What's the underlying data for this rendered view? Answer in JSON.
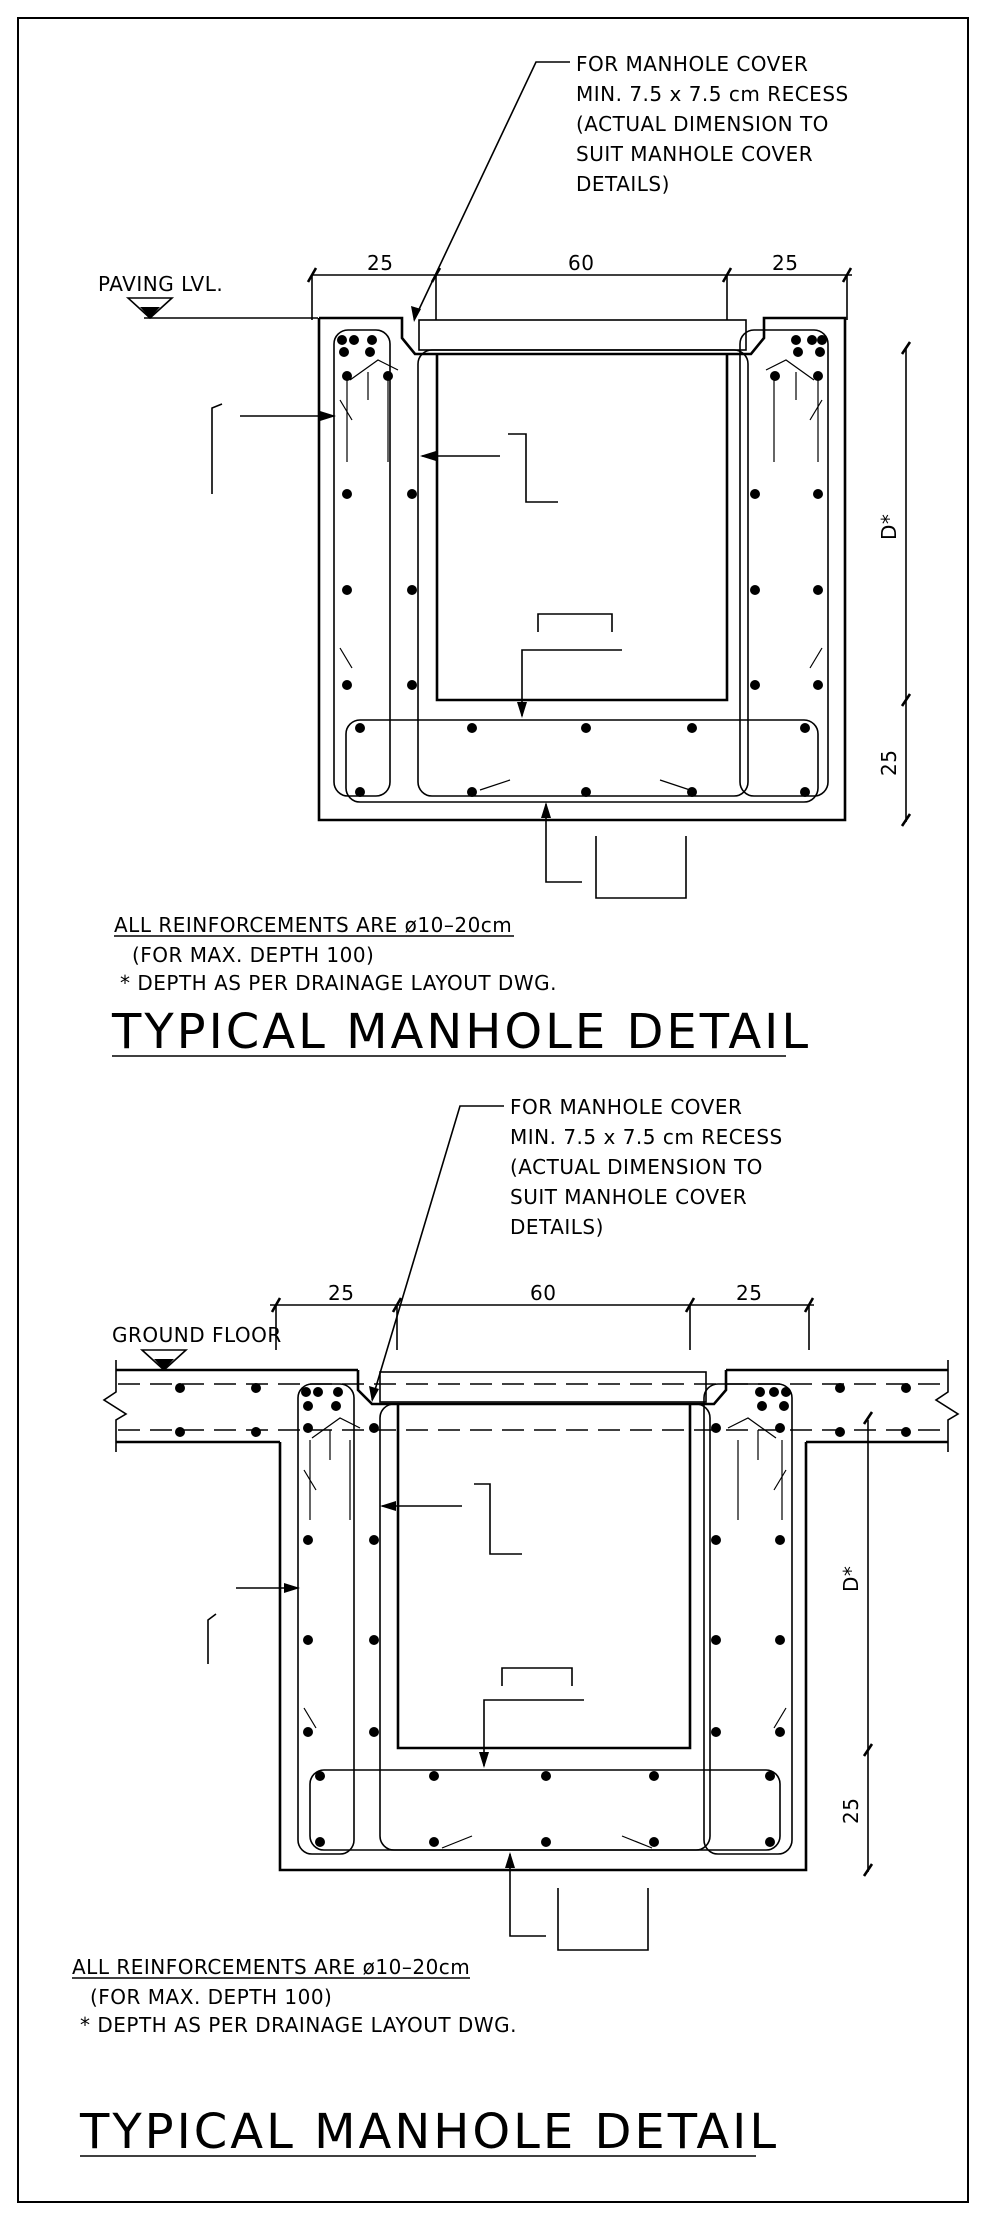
{
  "detail_1": {
    "cover_note": [
      "FOR MANHOLE COVER",
      "MIN. 7.5 x 7.5 cm RECESS",
      "(ACTUAL DIMENSION TO",
      "SUIT MANHOLE COVER",
      "DETAILS)"
    ],
    "dim_left": "25",
    "dim_mid": "60",
    "dim_right": "25",
    "level_label": "PAVING LVL.",
    "dim_depth": "D*",
    "dim_base": "25",
    "note_reinf": "ALL REINFORCEMENTS ARE ø10–20cm",
    "note_depth": "(FOR MAX. DEPTH 100)",
    "note_star": "* DEPTH AS PER DRAINAGE LAYOUT DWG.",
    "title": "TYPICAL MANHOLE DETAIL"
  },
  "detail_2": {
    "cover_note": [
      "FOR MANHOLE COVER",
      "MIN. 7.5 x 7.5 cm RECESS",
      "(ACTUAL DIMENSION TO",
      "SUIT MANHOLE COVER",
      "DETAILS)"
    ],
    "dim_left": "25",
    "dim_mid": "60",
    "dim_right": "25",
    "level_label": "GROUND FLOOR",
    "dim_depth": "D*",
    "dim_base": "25",
    "note_reinf": "ALL REINFORCEMENTS ARE ø10–20cm",
    "note_depth": "(FOR MAX. DEPTH 100)",
    "note_star": "* DEPTH AS PER DRAINAGE LAYOUT DWG.",
    "title": "TYPICAL MANHOLE DETAIL"
  }
}
